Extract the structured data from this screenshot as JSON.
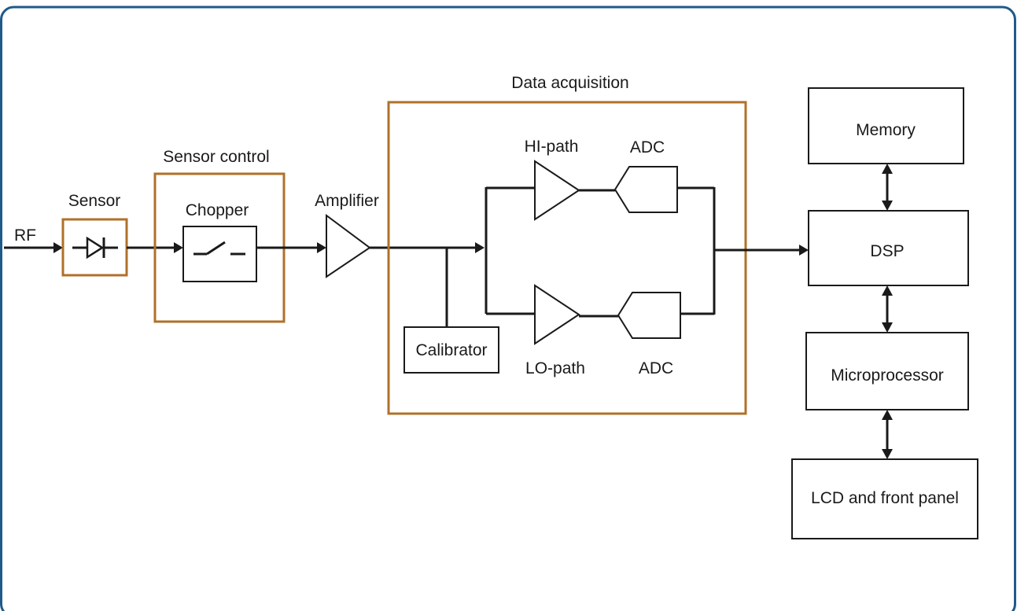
{
  "colors": {
    "frame_border": "#1f5a8a",
    "group_border": "#b0702a",
    "line": "#1a1a1a"
  },
  "labels": {
    "rf": "RF",
    "sensor": "Sensor",
    "sensor_control": "Sensor control",
    "chopper": "Chopper",
    "amplifier": "Amplifier",
    "data_acquisition": "Data acquisition",
    "hi_path": "HI-path",
    "lo_path": "LO-path",
    "adc_top": "ADC",
    "adc_bottom": "ADC",
    "calibrator": "Calibrator",
    "memory": "Memory",
    "dsp": "DSP",
    "microprocessor": "Microprocessor",
    "lcd": "LCD and front panel"
  },
  "icons": {
    "sensor": "diode-icon",
    "chopper": "switch-icon",
    "amplifier": "amplifier-triangle-icon",
    "adc": "adc-pentagon-icon"
  }
}
